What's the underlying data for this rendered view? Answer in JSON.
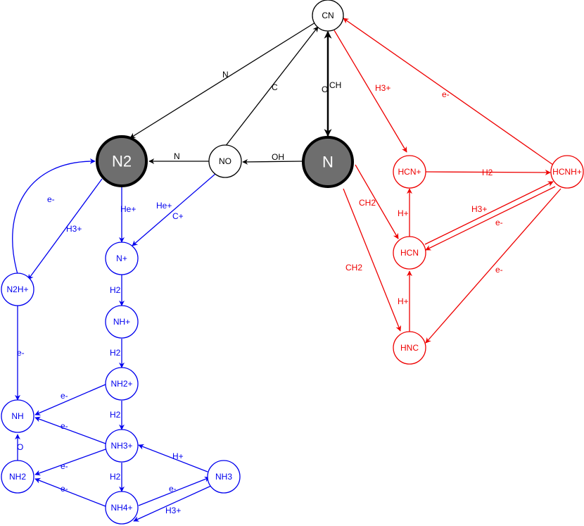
{
  "colors": {
    "black": "#000000",
    "blue": "#0000ee",
    "red": "#ee0000",
    "gray": "#6e6e6e"
  },
  "nodes": {
    "CN": "CN",
    "N2": "N2",
    "NO": "NO",
    "N": "N",
    "HCNp": "HCN+",
    "HCNHp": "HCNH+",
    "HCN": "HCN",
    "HNC": "HNC",
    "Np": "N+",
    "NHp": "NH+",
    "NH2p": "NH2+",
    "NH3p": "NH3+",
    "NH4p": "NH4+",
    "N2Hp": "N2H+",
    "NH": "NH",
    "NH2": "NH2",
    "NH3": "NH3"
  },
  "edges": {
    "CN_N2": "N",
    "NO_CN": "C",
    "N_CN_O": "O",
    "N_CN_CH": "CH",
    "NO_N2": "N",
    "N_NO": "OH",
    "CN_HCNp": "H3+",
    "HCNHp_CN": "e-",
    "HCNp_HCNHp": "H2",
    "N_HCN": "CH2",
    "N_HNC": "CH2",
    "HCN_HCNp": "H+",
    "HCN_HCNHp": "H3+",
    "HCNHp_HCN": "e-",
    "HNC_HCN": "H+",
    "HCNHp_HNC": "e-",
    "N2_Np": "He+",
    "NO_Np_a": "He+",
    "NO_Np_b": "C+",
    "N2Hp_N2": "e-",
    "N2_N2Hp": "H3+",
    "Np_NHp": "H2",
    "NHp_NH2p": "H2",
    "NH2p_NH3p": "H2",
    "NH3p_NH4p": "H2",
    "N2Hp_NH": "e-",
    "NH2p_NH": "e-",
    "NH3p_NH": "e-",
    "NH2_NH": "O",
    "NH3p_NH2": "e-",
    "NH4p_NH2": "e-",
    "NH3_NH3p": "H+",
    "NH4p_NH3": "e-",
    "NH3_NH4p": "H3+"
  }
}
